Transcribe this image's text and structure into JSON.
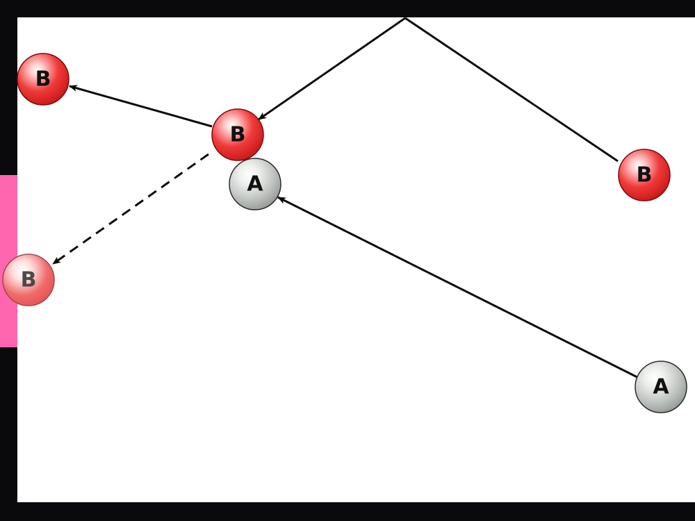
{
  "colors": {
    "wall": "#0a0a0c",
    "table": "#ffffff",
    "goal": "#ff66b0",
    "ball_b_fill": "#f03a3a",
    "ball_b_ghost_fill": "#f06a6a",
    "ball_a_fill": "#bfc3c0",
    "line": "#0a0a0a",
    "label": "#111111",
    "label_ghost": "#4a4a4a"
  },
  "balls": [
    {
      "id": "b-top-left",
      "label": "B",
      "kind": "B"
    },
    {
      "id": "b-center",
      "label": "B",
      "kind": "B"
    },
    {
      "id": "b-right",
      "label": "B",
      "kind": "B"
    },
    {
      "id": "b-ghost",
      "label": "B",
      "kind": "B-ghost"
    },
    {
      "id": "a-center",
      "label": "A",
      "kind": "A"
    },
    {
      "id": "a-right",
      "label": "A",
      "kind": "A"
    }
  ],
  "paths": [
    {
      "id": "b-right-to-top-wall",
      "style": "solid",
      "arrow": false
    },
    {
      "id": "top-wall-to-b-center",
      "style": "solid",
      "arrow": true
    },
    {
      "id": "b-center-to-b-top-left",
      "style": "solid",
      "arrow": true
    },
    {
      "id": "b-center-to-b-ghost",
      "style": "dashed",
      "arrow": true
    },
    {
      "id": "a-right-to-a-center",
      "style": "solid",
      "arrow": true
    }
  ]
}
